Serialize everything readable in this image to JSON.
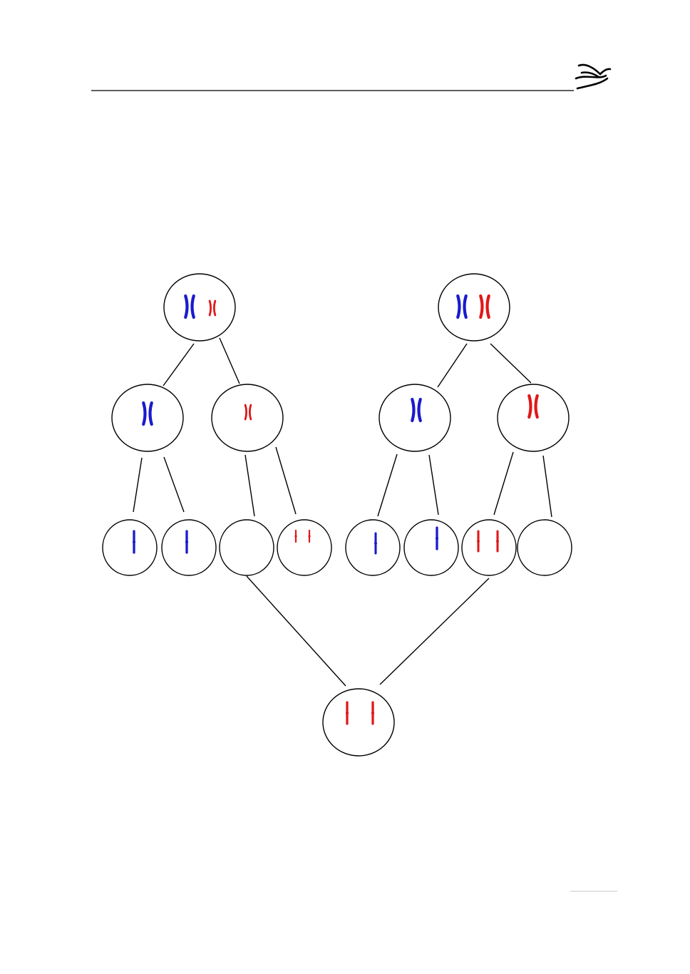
{
  "header": {
    "logo_icon": "dove-icon",
    "rule_color": "#000000"
  },
  "colors": {
    "paternal": "#1a1acc",
    "maternal": "#e01818",
    "outline": "#000000",
    "footer_rule": "#d8d8d8"
  },
  "diagram": {
    "cells": [
      {
        "id": "parent-1",
        "chromosomes": [
          {
            "color": "paternal",
            "form": "duplicated"
          },
          {
            "color": "maternal",
            "form": "duplicated",
            "small": true
          }
        ]
      },
      {
        "id": "parent-2",
        "chromosomes": [
          {
            "color": "paternal",
            "form": "duplicated"
          },
          {
            "color": "maternal",
            "form": "duplicated"
          }
        ]
      },
      {
        "id": "meiosis1-cell-a",
        "chromosomes": [
          {
            "color": "paternal",
            "form": "duplicated"
          }
        ]
      },
      {
        "id": "meiosis1-cell-b",
        "chromosomes": [
          {
            "color": "maternal",
            "form": "duplicated",
            "small": true
          }
        ]
      },
      {
        "id": "meiosis1-cell-c",
        "chromosomes": [
          {
            "color": "paternal",
            "form": "duplicated"
          }
        ]
      },
      {
        "id": "meiosis1-cell-d",
        "chromosomes": [
          {
            "color": "maternal",
            "form": "duplicated"
          }
        ]
      },
      {
        "id": "gamete-1",
        "chromosomes": [
          {
            "color": "paternal",
            "form": "single"
          }
        ]
      },
      {
        "id": "gamete-2",
        "chromosomes": [
          {
            "color": "paternal",
            "form": "single"
          }
        ]
      },
      {
        "id": "gamete-3",
        "chromosomes": []
      },
      {
        "id": "gamete-4",
        "chromosomes": [
          {
            "color": "maternal",
            "form": "single",
            "small": true
          },
          {
            "color": "maternal",
            "form": "single",
            "small": true
          }
        ]
      },
      {
        "id": "gamete-5",
        "chromosomes": [
          {
            "color": "paternal",
            "form": "single"
          }
        ]
      },
      {
        "id": "gamete-6",
        "chromosomes": [
          {
            "color": "paternal",
            "form": "single"
          }
        ]
      },
      {
        "id": "gamete-7",
        "chromosomes": [
          {
            "color": "maternal",
            "form": "single"
          },
          {
            "color": "maternal",
            "form": "single"
          }
        ]
      },
      {
        "id": "gamete-8",
        "chromosomes": []
      },
      {
        "id": "zygote",
        "chromosomes": [
          {
            "color": "maternal",
            "form": "single"
          },
          {
            "color": "maternal",
            "form": "single"
          }
        ]
      }
    ],
    "links": [
      [
        "parent-1",
        "meiosis1-cell-a"
      ],
      [
        "parent-1",
        "meiosis1-cell-b"
      ],
      [
        "parent-2",
        "meiosis1-cell-c"
      ],
      [
        "parent-2",
        "meiosis1-cell-d"
      ],
      [
        "meiosis1-cell-a",
        "gamete-1"
      ],
      [
        "meiosis1-cell-a",
        "gamete-2"
      ],
      [
        "meiosis1-cell-b",
        "gamete-3"
      ],
      [
        "meiosis1-cell-b",
        "gamete-4"
      ],
      [
        "meiosis1-cell-c",
        "gamete-5"
      ],
      [
        "meiosis1-cell-c",
        "gamete-6"
      ],
      [
        "meiosis1-cell-d",
        "gamete-7"
      ],
      [
        "meiosis1-cell-d",
        "gamete-8"
      ],
      [
        "gamete-3",
        "zygote"
      ],
      [
        "gamete-7",
        "zygote"
      ]
    ]
  }
}
